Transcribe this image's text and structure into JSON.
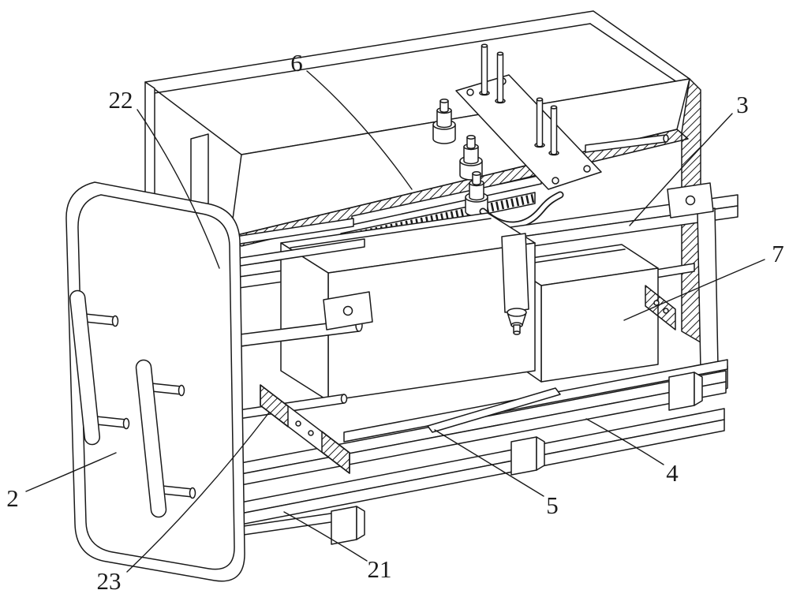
{
  "figure": {
    "paper_color": "#ffffff",
    "ink_color": "#1a1a1a",
    "labels": [
      {
        "text": "2"
      },
      {
        "text": "3"
      },
      {
        "text": "4"
      },
      {
        "text": "5"
      },
      {
        "text": "6"
      },
      {
        "text": "7"
      },
      {
        "text": "21"
      },
      {
        "text": "22"
      },
      {
        "text": "23"
      }
    ]
  }
}
